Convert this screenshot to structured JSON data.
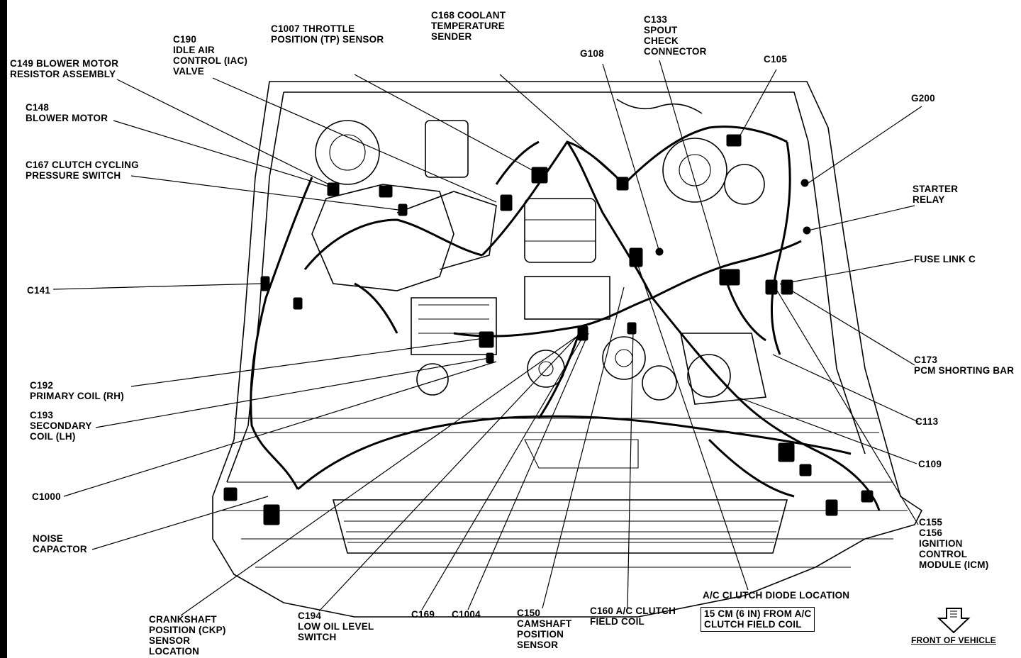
{
  "labels": [
    {
      "id": "c149",
      "lines": [
        "C149 BLOWER MOTOR",
        "RESISTOR ASSEMBLY"
      ]
    },
    {
      "id": "c148",
      "lines": [
        "C148",
        "BLOWER MOTOR"
      ]
    },
    {
      "id": "c167",
      "lines": [
        "C167 CLUTCH CYCLING",
        "PRESSURE SWITCH"
      ]
    },
    {
      "id": "c141",
      "lines": [
        "C141"
      ]
    },
    {
      "id": "c192",
      "lines": [
        "C192",
        "PRIMARY COIL (RH)"
      ]
    },
    {
      "id": "c193",
      "lines": [
        "C193",
        "SECONDARY",
        "COIL (LH)"
      ]
    },
    {
      "id": "c1000",
      "lines": [
        "C1000"
      ]
    },
    {
      "id": "noise",
      "lines": [
        "NOISE",
        "CAPACTOR"
      ]
    },
    {
      "id": "ckp",
      "lines": [
        "CRANKSHAFT",
        "POSITION (CKP)",
        "SENSOR",
        "LOCATION"
      ]
    },
    {
      "id": "c194",
      "lines": [
        "C194",
        "LOW OIL LEVEL",
        "SWITCH"
      ]
    },
    {
      "id": "c169",
      "lines": [
        "C169"
      ]
    },
    {
      "id": "c1004",
      "lines": [
        "C1004"
      ]
    },
    {
      "id": "c150",
      "lines": [
        "C150",
        "CAMSHAFT",
        "POSITION",
        "SENSOR"
      ]
    },
    {
      "id": "c160",
      "lines": [
        "C160 A/C CLUTCH",
        "FIELD COIL"
      ]
    },
    {
      "id": "diode",
      "lines": [
        "A/C CLUTCH DIODE LOCATION"
      ]
    },
    {
      "id": "diode_note",
      "lines": [
        "15 CM (6 IN) FROM A/C",
        "CLUTCH FIELD COIL"
      ]
    },
    {
      "id": "c190",
      "lines": [
        "C190",
        "IDLE AIR",
        "CONTROL (IAC)",
        "VALVE"
      ]
    },
    {
      "id": "c1007",
      "lines": [
        "C1007 THROTTLE",
        "POSITION (TP) SENSOR"
      ]
    },
    {
      "id": "c168",
      "lines": [
        "C168 COOLANT",
        "TEMPERATURE",
        "SENDER"
      ]
    },
    {
      "id": "g108",
      "lines": [
        "G108"
      ]
    },
    {
      "id": "c133",
      "lines": [
        "C133",
        "SPOUT",
        "CHECK",
        "CONNECTOR"
      ]
    },
    {
      "id": "c105",
      "lines": [
        "C105"
      ]
    },
    {
      "id": "g200",
      "lines": [
        "G200"
      ]
    },
    {
      "id": "starter",
      "lines": [
        "STARTER",
        "RELAY"
      ]
    },
    {
      "id": "fuse",
      "lines": [
        "FUSE LINK C"
      ]
    },
    {
      "id": "c173",
      "lines": [
        "C173",
        "PCM SHORTING BAR"
      ]
    },
    {
      "id": "c113",
      "lines": [
        "C113"
      ]
    },
    {
      "id": "c109",
      "lines": [
        "C109"
      ]
    },
    {
      "id": "icm",
      "lines": [
        "C155",
        "C156",
        "IGNITION",
        "CONTROL",
        "MODULE (ICM)"
      ]
    },
    {
      "id": "front",
      "lines": [
        "FRONT OF VEHICLE"
      ]
    }
  ]
}
